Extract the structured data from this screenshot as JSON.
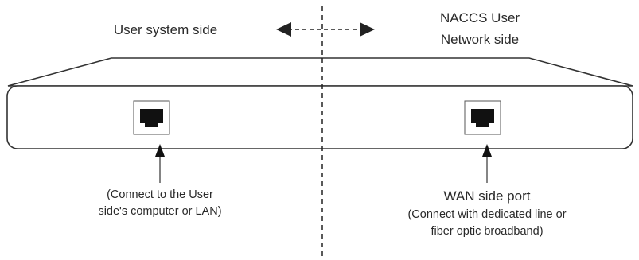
{
  "header": {
    "left_label": "User system side",
    "right_label_line1": "NACCS User",
    "right_label_line2": "Network side"
  },
  "left_port": {
    "caption_line1": "(Connect to the User",
    "caption_line2": "side's computer or LAN)"
  },
  "right_port": {
    "title": "WAN side port",
    "caption_line1": "(Connect with dedicated line or",
    "caption_line2": "fiber optic broadband)"
  }
}
